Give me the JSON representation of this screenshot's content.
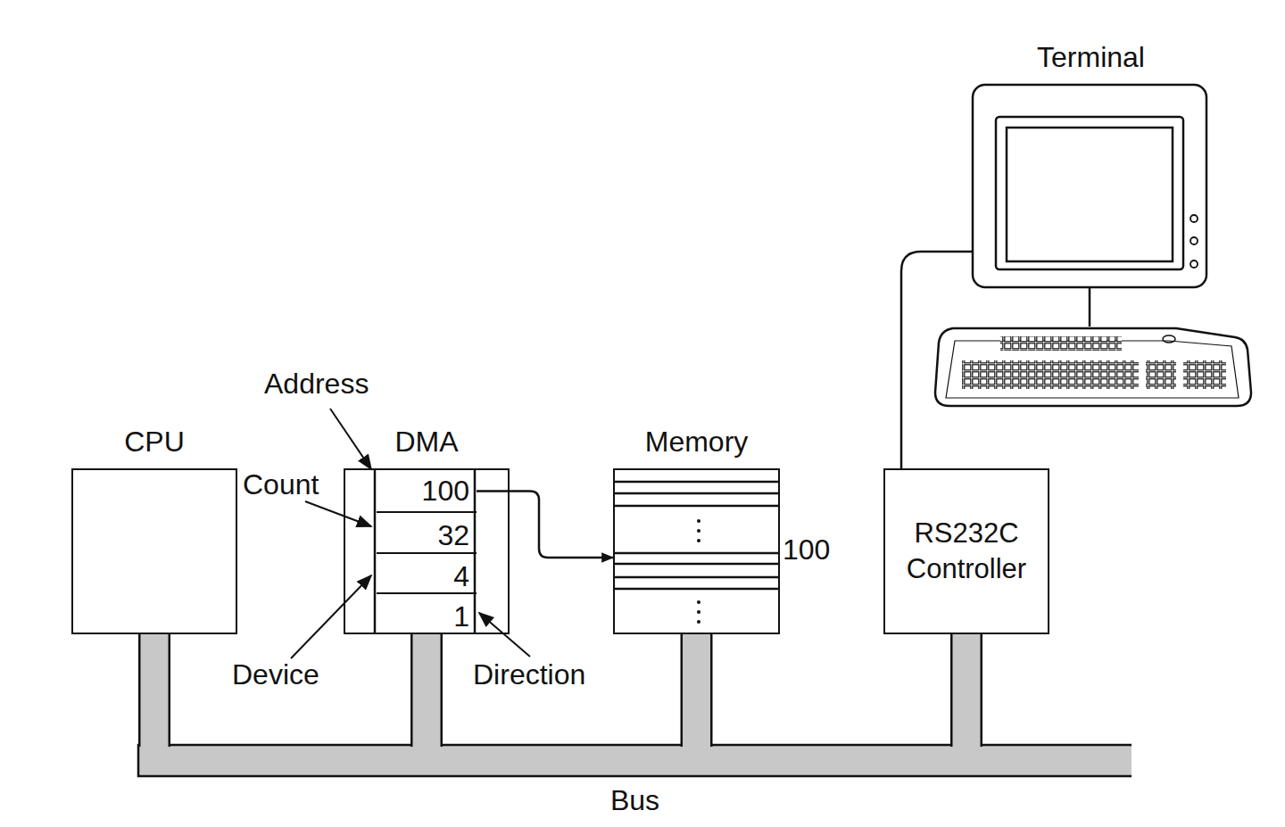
{
  "diagram": {
    "nodes": [
      {
        "text": [
          "Terminal"
        ]
      },
      {
        "text": [
          "CPU"
        ]
      },
      {
        "text": [
          "DMA"
        ]
      },
      {
        "text": [
          "100"
        ],
        "in": 2
      },
      {
        "text": [
          "32"
        ],
        "in": 2
      },
      {
        "text": [
          "4"
        ],
        "in": 2
      },
      {
        "text": [
          "1"
        ],
        "in": 2
      },
      {
        "text": [
          "Memory"
        ]
      },
      {
        "text": [
          "RS232C Controller"
        ]
      },
      {
        "text": [
          "Bus"
        ]
      }
    ],
    "edges": [
      {
        "from": 0,
        "to": 8,
        "arrow": "none"
      },
      {
        "from": 3,
        "to": 7,
        "arrow": "to"
      },
      {
        "from": 1,
        "to": 9,
        "arrow": "none"
      },
      {
        "from": 2,
        "to": 9,
        "arrow": "none"
      },
      {
        "from": 7,
        "to": 9,
        "arrow": "none"
      },
      {
        "from": 8,
        "to": 9,
        "arrow": "none"
      }
    ],
    "labels": [
      "Address",
      "Count",
      "Device",
      "Direction",
      "100"
    ]
  }
}
